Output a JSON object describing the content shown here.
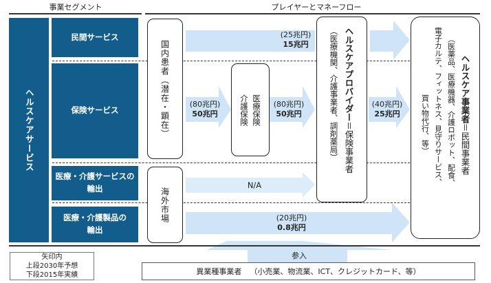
{
  "headers": {
    "segments": "事業セグメント",
    "flow": "プレイヤーとマネーフロー"
  },
  "segments": {
    "group": "ヘルスケアサービス",
    "items": [
      {
        "label": "民間サービス"
      },
      {
        "label": "保険サービス"
      },
      {
        "label": "医療・介護サービスの\n輸出"
      },
      {
        "label": "医療・介護製品の\n輸出"
      }
    ]
  },
  "players": {
    "domestic_patients": "国内患者（潜在・顕在）",
    "overseas_market": "海外市場",
    "insurance": {
      "line1": "医療保険",
      "line2": "介護保険"
    },
    "provider": {
      "title": "ヘルスケアプロバイダー",
      "equals": "＝保険事業者",
      "detail": "（医療機関、介護事業者、調剤薬局）"
    },
    "business": {
      "title": "ヘルスケア事業者",
      "equals": "＝民間事業者",
      "detail1": "（医薬品、医療機器、介護ロボット、配食、",
      "detail2": "電子カルテ、フィットネス、見守りサービス、",
      "detail3": "買い物代行、等）"
    }
  },
  "flows": {
    "private": {
      "forecast_2030": "(25兆円)",
      "actual_2015": "15兆円"
    },
    "patient_to_insurance": {
      "forecast_2030": "(80兆円)",
      "actual_2015": "50兆円"
    },
    "insurance_to_provider": {
      "forecast_2030": "(80兆円)",
      "actual_2015": "50兆円"
    },
    "provider_to_business": {
      "forecast_2030": "(40兆円)",
      "actual_2015": "25兆円"
    },
    "service_export": {
      "value": "N/A"
    },
    "product_export": {
      "forecast_2030": "(20兆円)",
      "actual_2015": "0.8兆円"
    },
    "entry": "参入"
  },
  "legend": {
    "line1": "矢印内",
    "line2": "上段2030年予想",
    "line3": "下段2015年実績"
  },
  "newcomers": {
    "label": "異業種事業者",
    "detail": "（小売業、物流業、ICT、クレジットカード、等）"
  },
  "colors": {
    "segment_blue": "#135d8c",
    "arrow_blue": "#cfe4f7"
  }
}
